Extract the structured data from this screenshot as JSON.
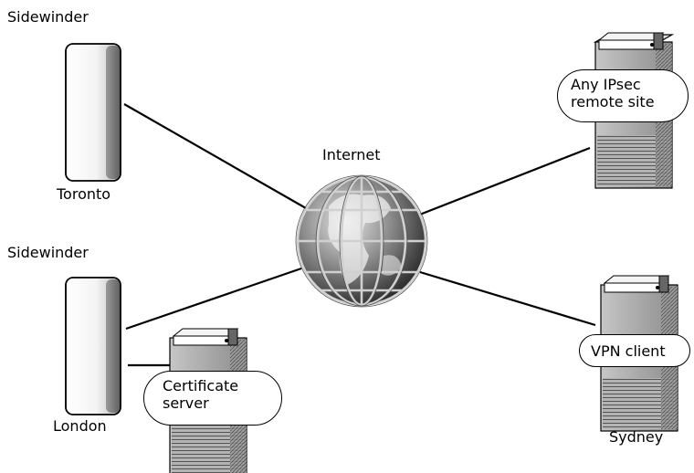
{
  "labels": {
    "sidewinder_top": "Sidewinder",
    "toronto": "Toronto",
    "sidewinder_bottom": "Sidewinder",
    "london": "London",
    "internet": "Internet",
    "sydney": "Sydney"
  },
  "callouts": {
    "remote_site_line1": "Any IPsec",
    "remote_site_line2": "remote site",
    "vpn_client": "VPN client",
    "cert_line1": "Certificate",
    "cert_line2": "server"
  },
  "colors": {
    "line": "#000000",
    "globe_dark": "#2a2a2a",
    "globe_light": "#d8d8d8",
    "server_body": "#a8a8a8"
  }
}
